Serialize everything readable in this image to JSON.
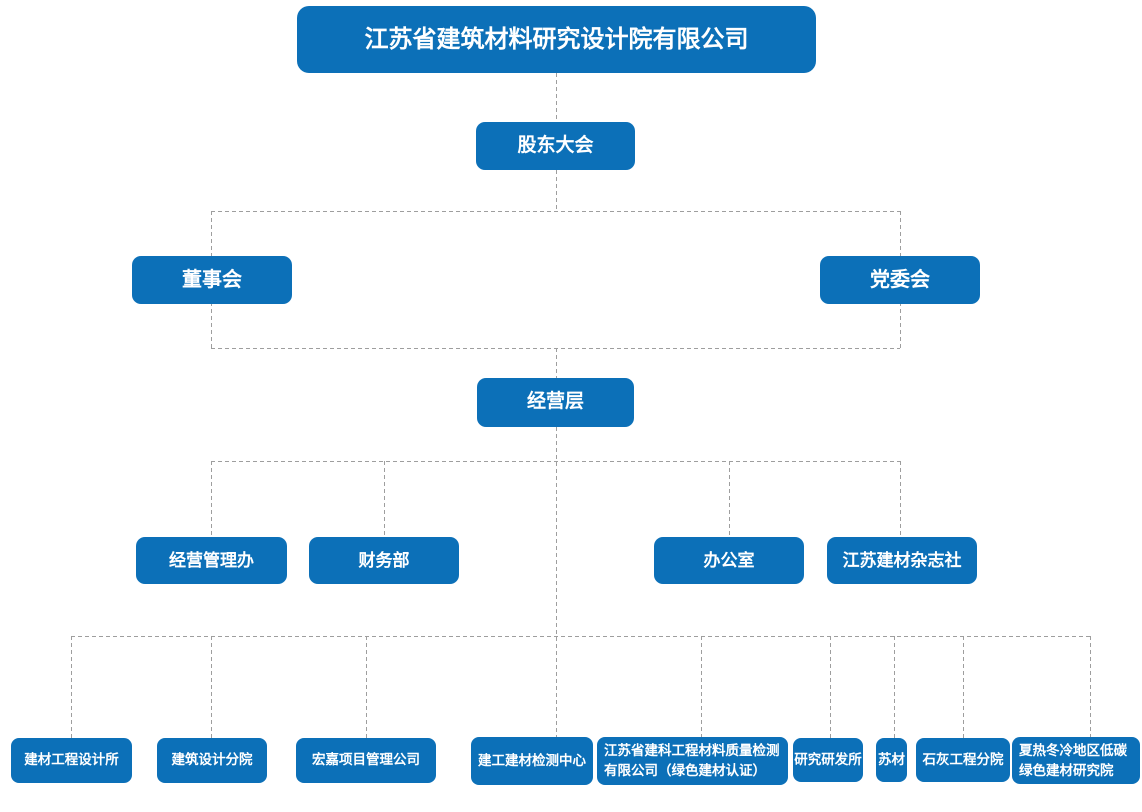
{
  "org_chart": {
    "colors": {
      "node_fill": "#0c70b8",
      "node_text": "#ffffff",
      "connector": "#9e9e9e",
      "background": "#ffffff"
    },
    "nodes": [
      {
        "id": "company",
        "label": "江苏省建筑材料研究设计院有限公司"
      },
      {
        "id": "shareholders-meeting",
        "label": "股东大会"
      },
      {
        "id": "board-of-directors",
        "label": "董事会"
      },
      {
        "id": "party-committee",
        "label": "党委会"
      },
      {
        "id": "management-level",
        "label": "经营层"
      },
      {
        "id": "business-management-office",
        "label": "经营管理办"
      },
      {
        "id": "finance-department",
        "label": "财务部"
      },
      {
        "id": "general-office",
        "label": "办公室"
      },
      {
        "id": "jiangsu-building-materials-magazine",
        "label": "江苏建材杂志社"
      },
      {
        "id": "building-materials-engineering-design-institute",
        "label": "建材工程设计所"
      },
      {
        "id": "architectural-design-branch",
        "label": "建筑设计分院"
      },
      {
        "id": "hongjia-project-management-company",
        "label": "宏嘉项目管理公司"
      },
      {
        "id": "construction-materials-testing-center",
        "label": "建工建材检测中心"
      },
      {
        "id": "jianke-materials-quality-testing-company",
        "lines": [
          "江苏省建科工程材料质量检测",
          "有限公司（绿色建材认证）"
        ]
      },
      {
        "id": "research-and-development-institute",
        "label": "研究研发所"
      },
      {
        "id": "sucai",
        "label": "苏材"
      },
      {
        "id": "lime-engineering-branch",
        "label": "石灰工程分院"
      },
      {
        "id": "low-carbon-green-building-materials-research-institute",
        "lines": [
          "夏热冬冷地区低碳",
          "绿色建材研究院"
        ]
      }
    ]
  }
}
